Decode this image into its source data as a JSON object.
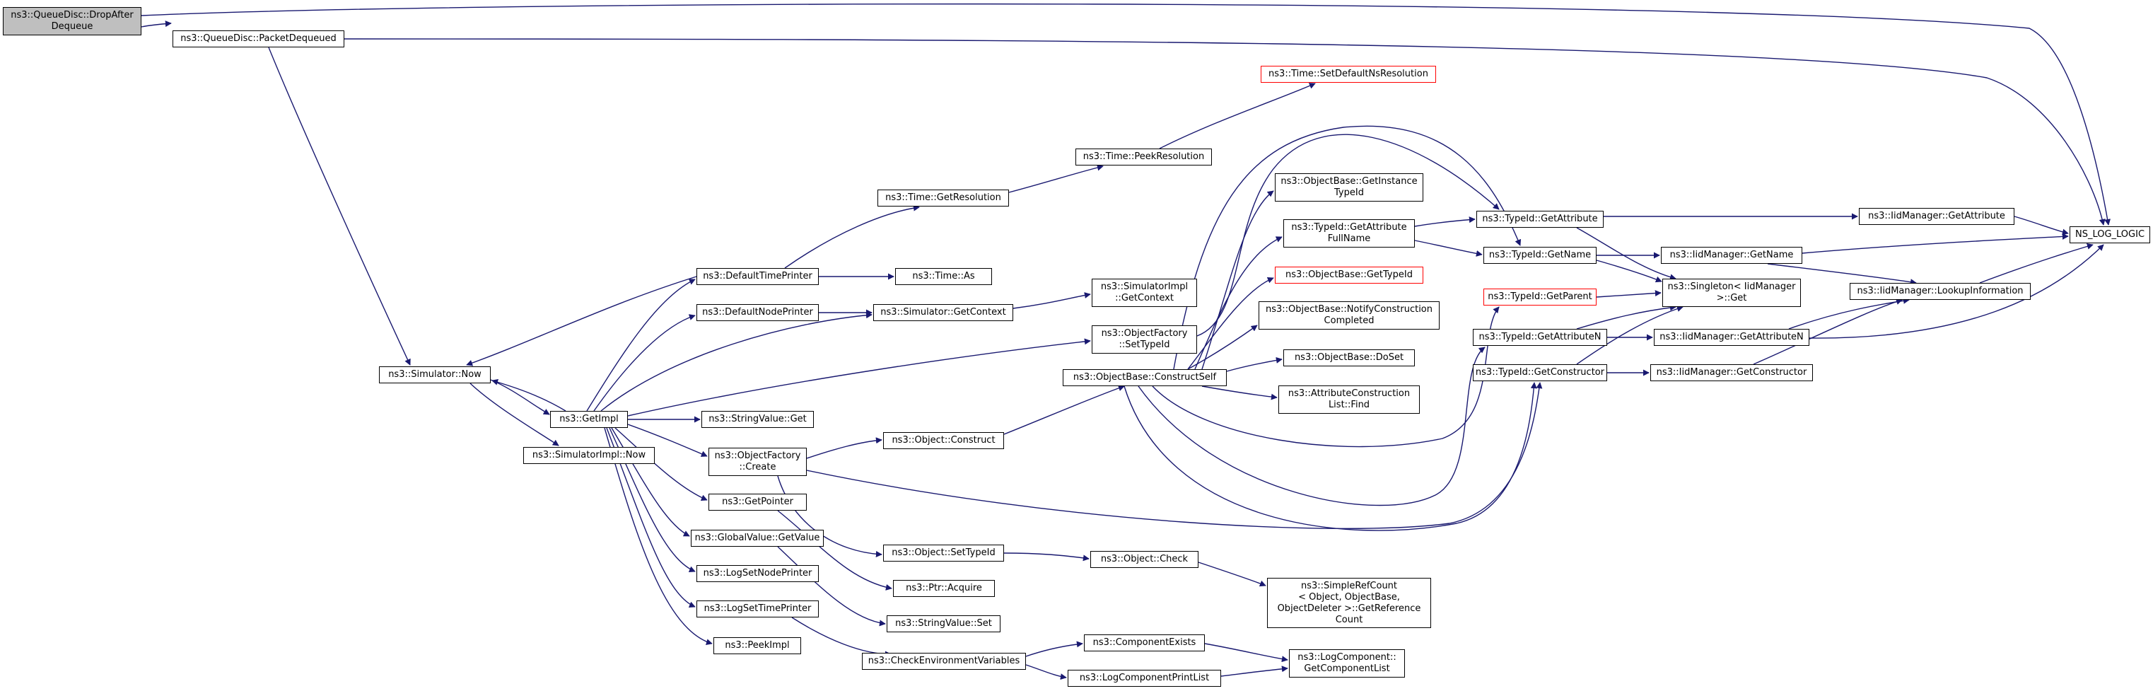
{
  "colors": {
    "edge": "#191970",
    "border": "#000000",
    "root_fill": "#bfbfbf",
    "missing": "#ff0000"
  },
  "nodes": {
    "n0": "ns3::QueueDisc::DropAfter\nDequeue",
    "n1": "ns3::QueueDisc::PacketDequeued",
    "n2": "ns3::Simulator::Now",
    "n3": "ns3::GetImpl",
    "n4": "ns3::SimulatorImpl::Now",
    "n5": "ns3::DefaultTimePrinter",
    "n6": "ns3::DefaultNodePrinter",
    "n7": "ns3::StringValue::Get",
    "n8": "ns3::ObjectFactory\n::Create",
    "n9": "ns3::GetPointer",
    "n10": "ns3::GlobalValue::GetValue",
    "n11": "ns3::LogSetNodePrinter",
    "n12": "ns3::LogSetTimePrinter",
    "n13": "ns3::PeekImpl",
    "n14": "ns3::Time::GetResolution",
    "n15": "ns3::Time::As",
    "n16": "ns3::Simulator::GetContext",
    "n17": "ns3::Object::Construct",
    "n18": "ns3::Object::SetTypeId",
    "n19": "ns3::Ptr::Acquire",
    "n20": "ns3::StringValue::Set",
    "n21": "ns3::CheckEnvironmentVariables",
    "n22": "ns3::Time::PeekResolution",
    "n23": "ns3::Time::SetDefaultNsResolution",
    "n24": "ns3::SimulatorImpl\n::GetContext",
    "n25": "ns3::ObjectFactory\n::SetTypeId",
    "n26": "ns3::ObjectBase::ConstructSelf",
    "n27": "ns3::Object::Check",
    "n28": "ns3::ComponentExists",
    "n29": "ns3::LogComponentPrintList",
    "n30": "ns3::ObjectBase::GetInstance\nTypeId",
    "n31": "ns3::TypeId::GetAttribute\nFullName",
    "n32": "ns3::ObjectBase::GetTypeId",
    "n33": "ns3::ObjectBase::NotifyConstruction\nCompleted",
    "n34": "ns3::ObjectBase::DoSet",
    "n35": "ns3::AttributeConstruction\nList::Find",
    "n36": "ns3::SimpleRefCount\n< Object, ObjectBase,\nObjectDeleter >::GetReference\nCount",
    "n37": "ns3::LogComponent::\nGetComponentList",
    "n38": "ns3::TypeId::GetAttribute",
    "n39": "ns3::TypeId::GetName",
    "n40": "ns3::TypeId::GetParent",
    "n41": "ns3::TypeId::GetAttributeN",
    "n42": "ns3::TypeId::GetConstructor",
    "n43": "ns3::IidManager::GetAttribute",
    "n44": "ns3::IidManager::GetName",
    "n45": "ns3::Singleton< IidManager\n>::Get",
    "n46": "ns3::IidManager::GetAttributeN",
    "n47": "ns3::IidManager::GetConstructor",
    "n48": "ns3::IidManager::LookupInformation",
    "n49": "NS_LOG_LOGIC"
  }
}
